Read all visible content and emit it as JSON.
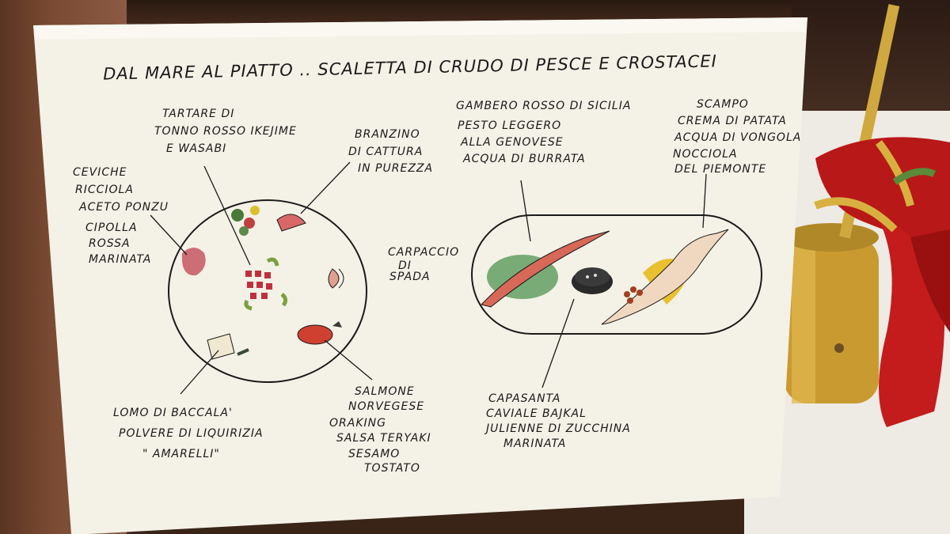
{
  "menu_card": {
    "title": "DAL MARE AL PIATTO .. SCALETTA DI CRUDO DI PESCE E CROSTACEI",
    "left_plate": {
      "ceviche": [
        "CEVICHE",
        "RICCIOLA",
        "ACETO PONZU",
        "CIPOLLA",
        "ROSSA",
        "MARINATA"
      ],
      "tartare": [
        "TARTARE DI",
        "TONNO ROSSO IKEJIME",
        "E WASABI"
      ],
      "branzino": [
        "BRANZINO",
        "DI CATTURA",
        "IN PUREZZA"
      ],
      "carpaccio": [
        "CARPACCIO",
        "DI",
        "SPADA"
      ],
      "lomo": [
        "LOMO DI BACCALA'",
        "POLVERE DI LIQUIRIZIA",
        "\" AMARELLI\""
      ],
      "salmone": [
        "SALMONE",
        "NORVEGESE",
        "ORAKING",
        "SALSA TERYAKI",
        "SESAMO",
        "TOSTATO"
      ]
    },
    "right_plate": {
      "gambero": [
        "GAMBERO ROSSO DI SICILIA",
        "PESTO LEGGERO",
        "ALLA GENOVESE",
        "ACQUA DI BURRATA"
      ],
      "scampo": [
        "SCAMPO",
        "CREMA DI PATATA",
        "ACQUA DI VONGOLA",
        "NOCCIOLA",
        "DEL PIEMONTE"
      ],
      "capasanta": [
        "CAPASANTA",
        "CAVIALE BAJKAL",
        "JULIENNE DI ZUCCHINA",
        "MARINATA"
      ]
    }
  },
  "colors": {
    "card": "#f4f1e6",
    "ink": "#1a1a1a",
    "tuna": "#c0303c",
    "prawn": "#d86858",
    "pesto": "#5a9a5a",
    "yellow": "#e8c030",
    "gold": "#c8a040",
    "ribbon": "#c01818"
  }
}
